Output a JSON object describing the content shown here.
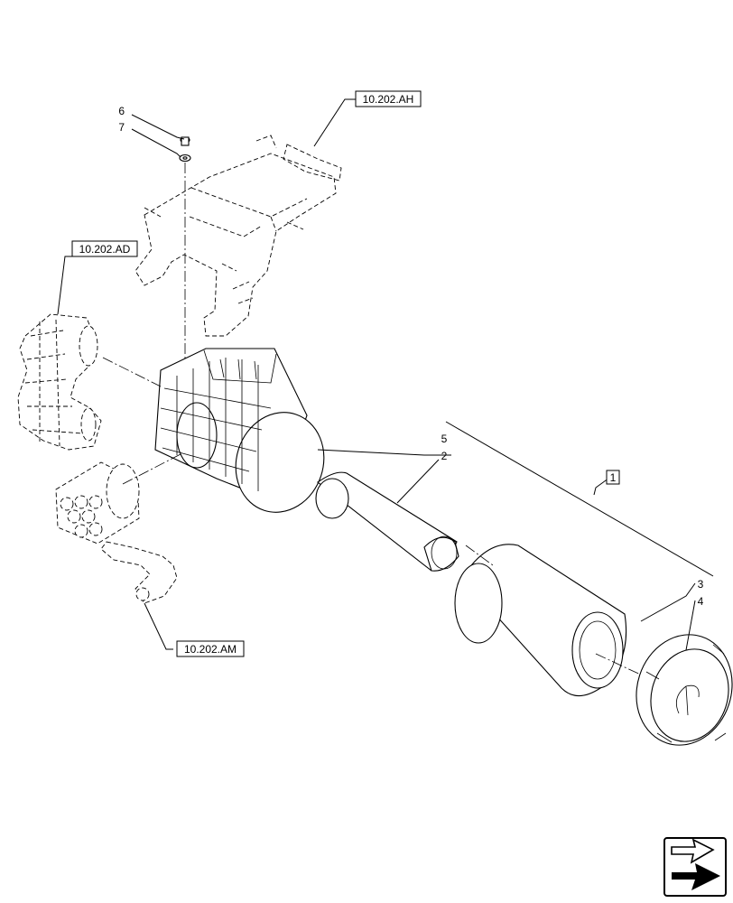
{
  "callouts": {
    "c1": "1",
    "c2": "2",
    "c3": "3",
    "c4": "4",
    "c5": "5",
    "c6": "6",
    "c7": "7"
  },
  "references": {
    "ah": "10.202.AH",
    "ad": "10.202.AD",
    "am": "10.202.AM"
  },
  "nav": {
    "icon": "next-page-arrow-icon"
  }
}
